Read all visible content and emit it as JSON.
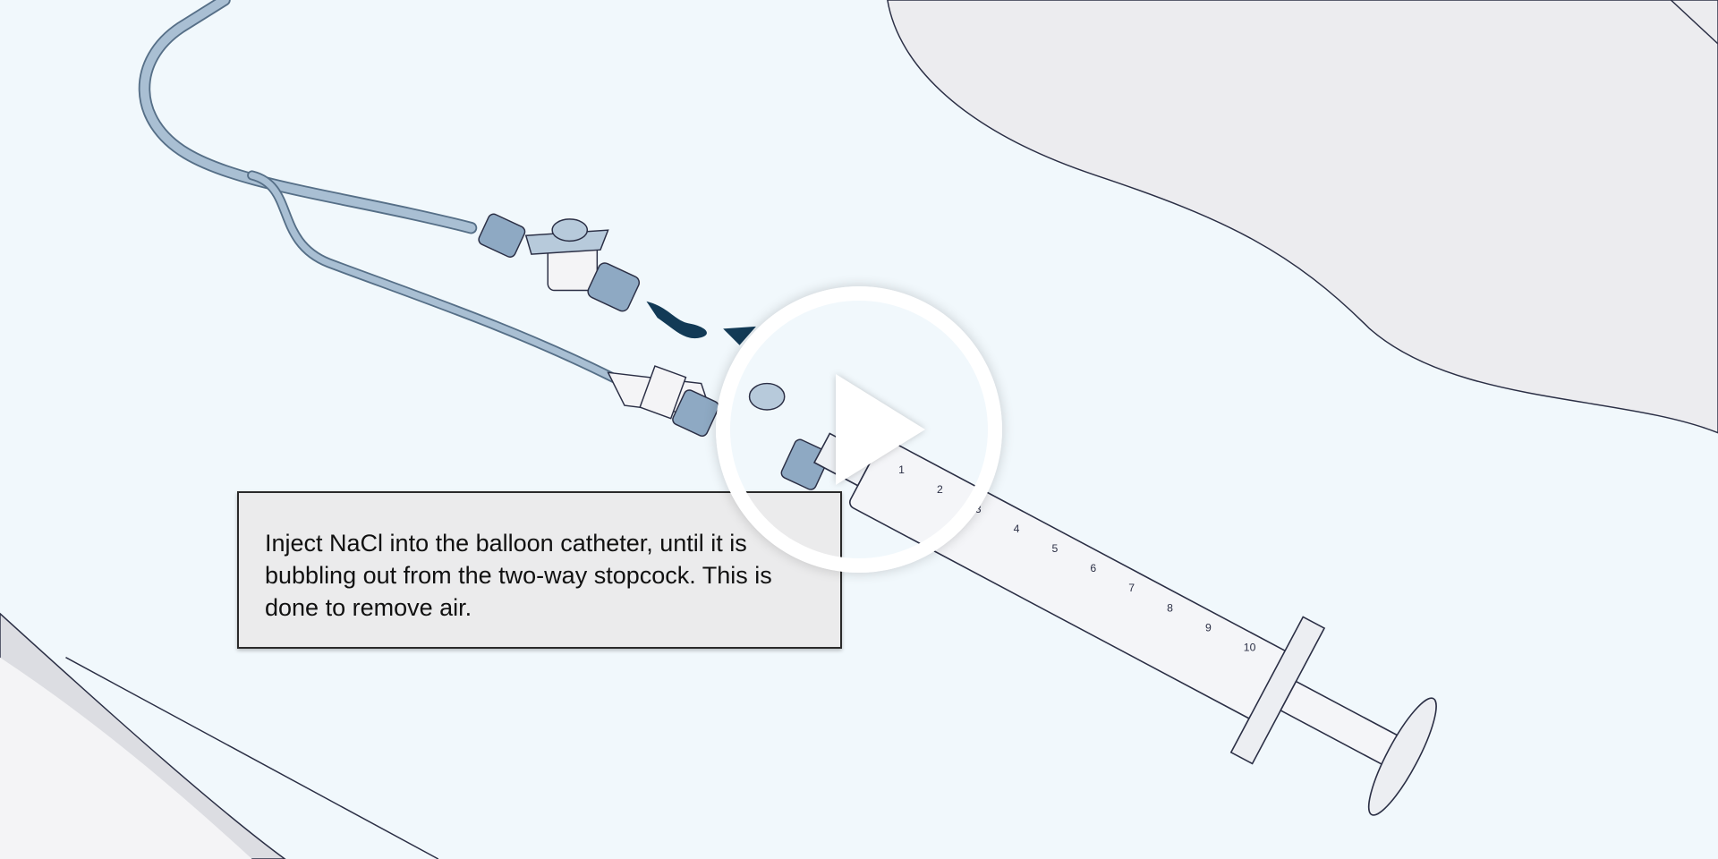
{
  "caption": {
    "text": "Inject NaCl into the balloon catheter, until it is bubbling out from the two-way stopcock. This is done to remove air."
  },
  "syringe": {
    "graduations": [
      "1",
      "2",
      "3",
      "4",
      "5",
      "6",
      "7",
      "8",
      "9",
      "10"
    ]
  },
  "player": {
    "play_button_label": "play"
  },
  "colors": {
    "background": "#f1f8fc",
    "tube": "#9fb6cc",
    "fluid": "#123a56",
    "caption_bg": "#ebebec"
  }
}
